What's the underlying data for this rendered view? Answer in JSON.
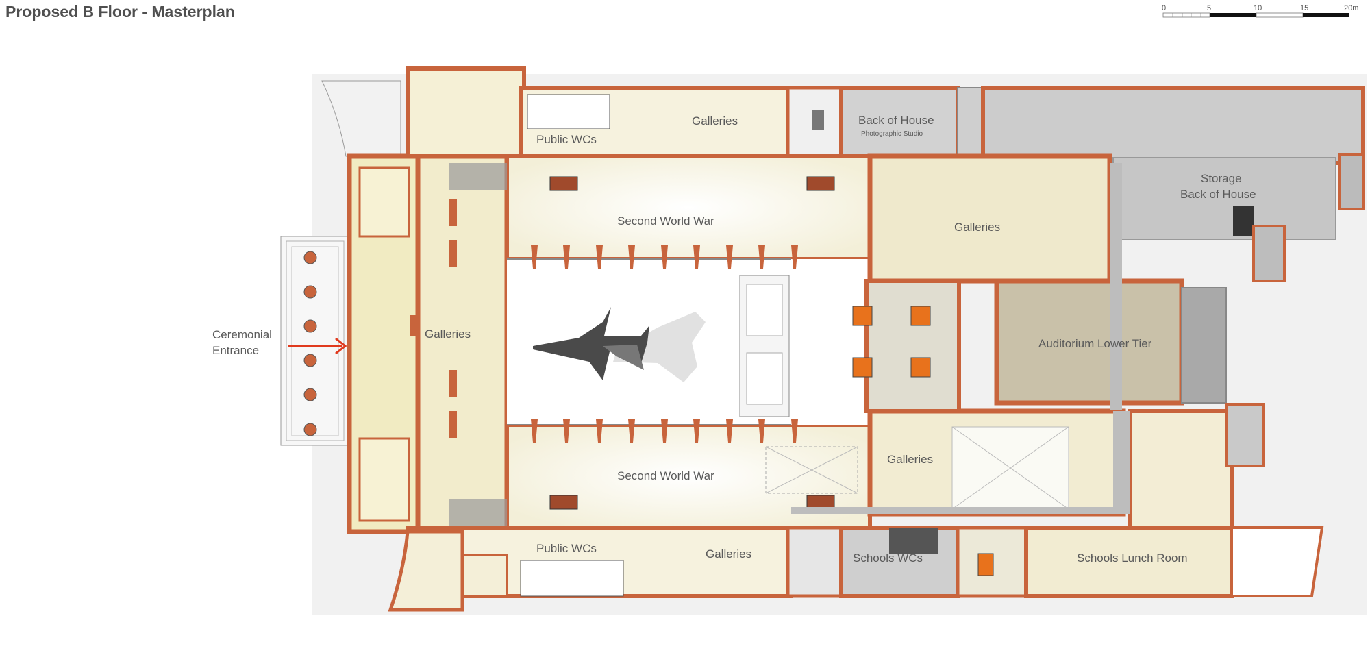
{
  "title": "Proposed B Floor - Masterplan",
  "scale": {
    "ticks": [
      "0",
      "5",
      "10",
      "15",
      "20m"
    ]
  },
  "labels": {
    "ceremonial_entrance_line1": "Ceremonial",
    "ceremonial_entrance_line2": "Entrance",
    "galleries_west": "Galleries",
    "public_wcs_north": "Public WCs",
    "galleries_north": "Galleries",
    "back_of_house": "Back of House",
    "photographic_studio": "Photographic Studio",
    "storage_line1": "Storage",
    "storage_line2": "Back of House",
    "second_world_war_north": "Second World War",
    "galleries_east_north": "Galleries",
    "auditorium": "Auditorium Lower Tier",
    "second_world_war_south": "Second World War",
    "galleries_east_south": "Galleries",
    "public_wcs_south": "Public WCs",
    "galleries_south": "Galleries",
    "schools_wcs": "Schools WCs",
    "schools_lunch_room": "Schools Lunch Room"
  },
  "colors": {
    "wall": "#c8643c",
    "gallery_floor": "#f6f2dc",
    "warm_floor": "#efe8c8",
    "boh_floor": "#cfcfcf",
    "auditorium": "#c8c0a8",
    "arrow": "#e03a1e",
    "lift": "#e8721c"
  }
}
